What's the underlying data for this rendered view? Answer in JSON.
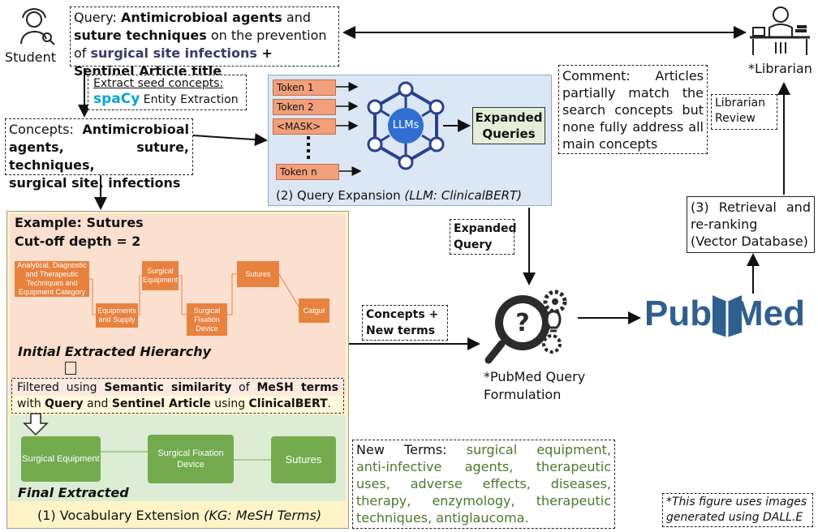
{
  "student": {
    "label": "Student"
  },
  "query": {
    "prefix": "Query: ",
    "term1": "Antimicrobioal agents",
    "and": " and ",
    "term2": "suture techniques",
    "mid": " on the prevention of ",
    "term3": "surgical site infections",
    "suffix": " + Sentinel Article title"
  },
  "librarian": {
    "label": "*Librarian"
  },
  "extract": {
    "line1": "Extract seed concepts:",
    "spacy": "spaCy",
    "line2": " Entity Extraction"
  },
  "concepts": {
    "prefix": "Concepts:",
    "bold1": "Antimicrobioal",
    "bold2": "agents, suture, techniques,",
    "bold3": "surgical site, infections"
  },
  "query_expansion": {
    "tokens": [
      "Token 1",
      "Token 2",
      "<MASK>",
      "Token n"
    ],
    "llm_label": "LLMs",
    "expanded_label": "Expanded Queries",
    "caption_prefix": "(2) Query Expansion ",
    "caption_italic": "(LLM: ClinicalBERT)"
  },
  "comment": {
    "line1_a": "Comment:",
    "line1_b": "Articles",
    "line2": "partially match the",
    "line3": "search concepts but",
    "line4": "none fully address all",
    "line5": "main concepts"
  },
  "librarian_review": {
    "line1": "Librarian",
    "line2": "Review"
  },
  "retrieval": {
    "line1_a": "(3)",
    "line1_b": "Retrieval",
    "line1_c": "and",
    "line2": "re-ranking",
    "line3": "(Vector Database)"
  },
  "expanded_query_tag": {
    "line1": "Expanded",
    "line2": "Query"
  },
  "concepts_new_terms_tag": {
    "line1": "Concepts +",
    "line2": "New terms"
  },
  "pubmed_formulation": {
    "line1": "*PubMed Query",
    "line2": "Formulation"
  },
  "pubmed_logo": {
    "left": "Pub",
    "right": "Med"
  },
  "vocab": {
    "example": "Example: Sutures",
    "cutoff": "Cut-off depth = 2",
    "hierarchy_nodes": [
      "Analytical, Diagnostic and Therapeutic Techniques and Equipment Category",
      "Equipments and Supply",
      "Surgical Equipment",
      "Surgical Fixation Device",
      "Sutures",
      "Catgut"
    ],
    "initial_label": "Initial Extracted Hierarchy",
    "filter_a": "Filtered using ",
    "filter_b": "Semantic similarity",
    "filter_c": " of ",
    "filter_d": "MeSH terms",
    "filter_e": "with ",
    "filter_f": "Query",
    "filter_g": " and ",
    "filter_h": "Sentinel Article",
    "filter_i": " using ",
    "filter_j": "ClinicalBERT",
    "filter_k": ".",
    "final_nodes": [
      "Surgical Equipment",
      "Surgical Fixation Device",
      "Sutures"
    ],
    "final_label": "Final Extracted",
    "caption_prefix": "(1) Vocabulary Extension ",
    "caption_italic": "(KG: MeSH Terms)"
  },
  "new_terms": {
    "label": "New Terms:",
    "l1": "surgical equipment,",
    "l2": [
      "anti-infective",
      "agents,",
      "therapeutic"
    ],
    "l3": [
      "uses,",
      "adverse",
      "effects,",
      "diseases,"
    ],
    "l4": [
      "therapy,",
      "enzymology,",
      "therapeutic"
    ],
    "l5": "techniques, antiglaucoma."
  },
  "footnote": {
    "line1": "*This figure uses images",
    "line2": "generated using DALL.E"
  },
  "colors": {
    "orange_node": "#e8823f",
    "green_node": "#74ab4f",
    "new_terms_green": "#4a7a2a",
    "pubmed_blue": "#2f5f8f",
    "query_panel": "#dbe7f4"
  }
}
